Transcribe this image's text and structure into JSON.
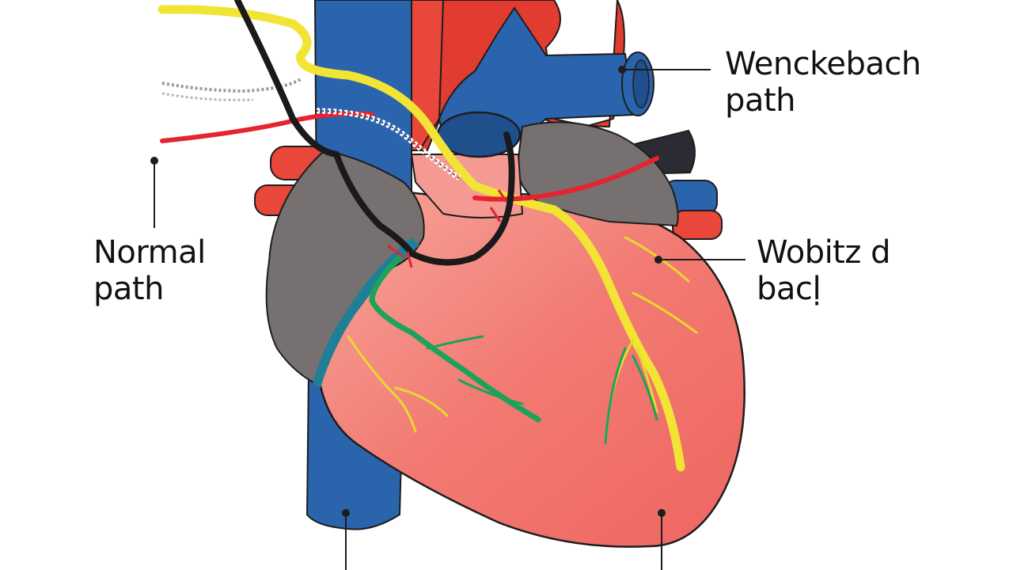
{
  "labels": {
    "wenckebach": {
      "line1": "Wenckebach",
      "line2": "path"
    },
    "normal": {
      "line1": "Normal",
      "line2": "path"
    },
    "wobitz": {
      "line1": "Wobitz d",
      "line2": "bacḷ"
    }
  },
  "colors": {
    "heart": "#f26b66",
    "heart_light": "#f49a92",
    "vein_blue": "#2a64ad",
    "artery_red": "#e23b2f",
    "atrium_gray": "#767070",
    "conduction_yellow": "#f2e434",
    "conduction_green": "#1ea25a",
    "conduction_black": "#1a1a1a",
    "outline": "#1d1d1d"
  }
}
